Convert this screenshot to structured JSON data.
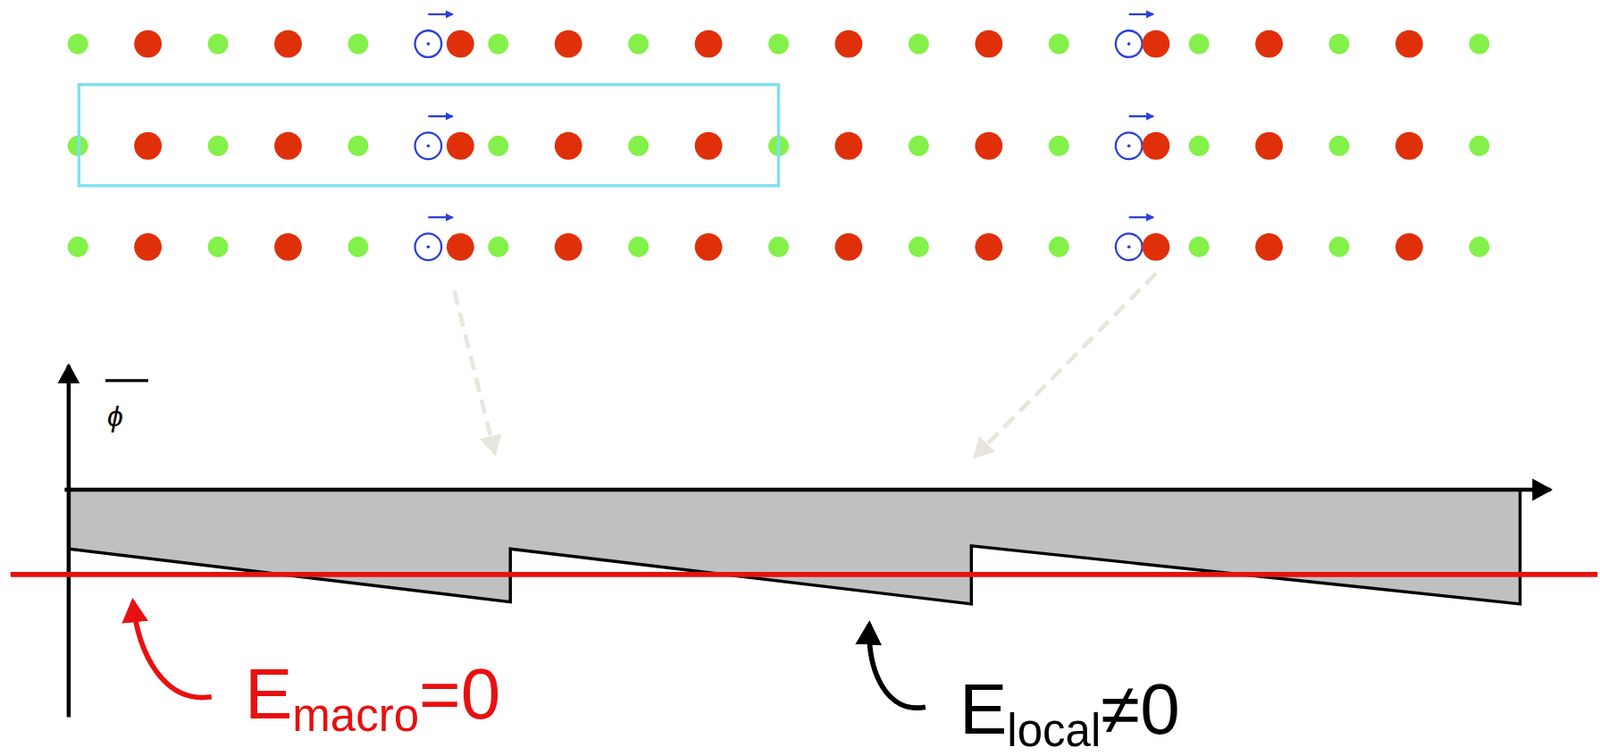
{
  "diagram": {
    "labels": [
      "ϕ",
      "E",
      "macro",
      "=0",
      "E",
      "local",
      "≠0"
    ]
  }
}
